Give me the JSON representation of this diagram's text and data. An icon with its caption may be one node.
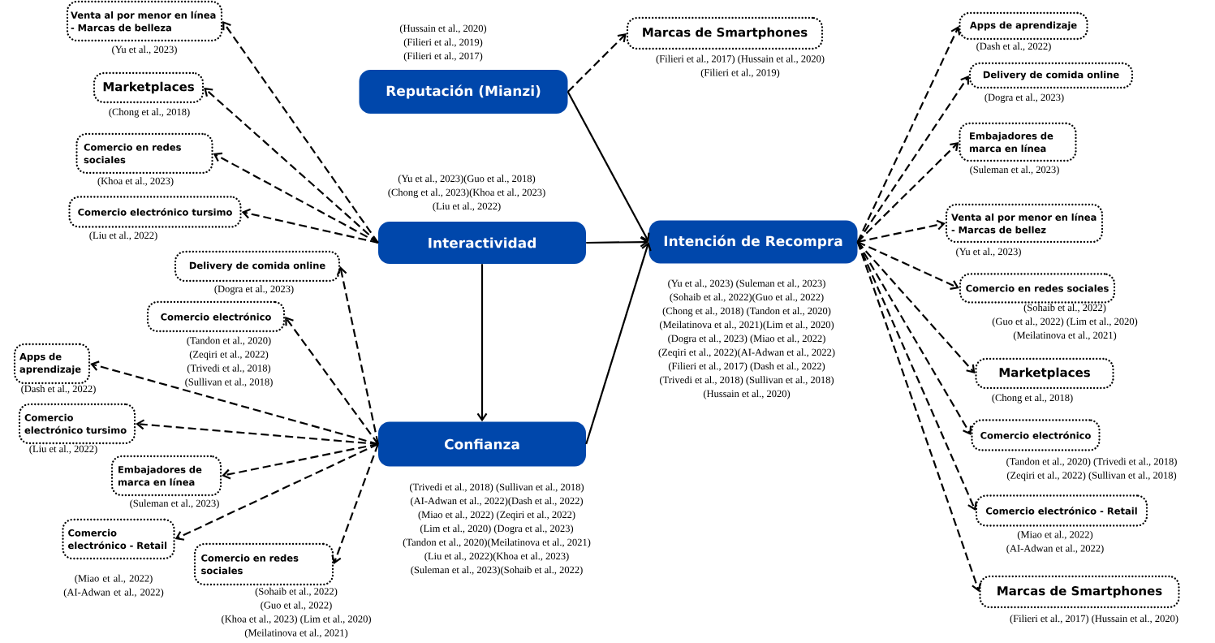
{
  "diagram": {
    "nodes": [
      {
        "text": [
          "Reputación (Mianzi)"
        ],
        "beside": [
          "(Hussain et al., 2020)",
          "(Filieri et al., 2019)",
          "(Filieri et al., 2017)"
        ]
      },
      {
        "text": [
          "Marcas de Smartphones"
        ],
        "beside": [
          "(Filieri et al., 2017) (Hussain et al., 2020)",
          "(Filieri et al., 2019)"
        ]
      },
      {
        "text": [
          "Interactividad"
        ],
        "beside": [
          "(Yu et al., 2023)(Guo et al., 2018)",
          "(Chong et al., 2023)(Khoa et al., 2023)",
          "(Liu et al., 2022)"
        ]
      },
      {
        "text": [
          "Intención de Recompra"
        ],
        "beside": [
          "(Yu et al., 2023) (Suleman et al., 2023)",
          "(Sohaib et al., 2022)(Guo et al., 2022)",
          "(Chong et al., 2018) (Tandon et al., 2020)",
          "(Meilatinova et al., 2021)(Lim et al., 2020)",
          "(Dogra et al., 2023) (Miao et al., 2022)",
          "(Zeqiri et al., 2022)(AI-Adwan et al., 2022)",
          "(Filieri et al., 2017) (Dash et al., 2022)",
          "(Trivedi et al., 2018) (Sullivan et al., 2018)",
          "(Hussain et al., 2020)"
        ]
      },
      {
        "text": [
          "Confianza"
        ],
        "beside": [
          "(Trivedi et al., 2018) (Sullivan et al., 2018)",
          "(AI-Adwan et al., 2022)(Dash et al., 2022)",
          "(Miao et al., 2022) (Zeqiri et al., 2022)",
          "(Lim et al., 2020) (Dogra et al., 2023)",
          "(Tandon et al., 2020)(Meilatinova et al., 2021)",
          "(Liu et al., 2022)(Khoa et al., 2023)",
          "(Suleman et al., 2023)(Sohaib et al., 2022)"
        ]
      },
      {
        "text": [
          "Venta al por menor en línea - Marcas de belleza"
        ],
        "beside": [
          "(Yu et al., 2023)"
        ]
      },
      {
        "text": [
          "Marketplaces"
        ],
        "beside": [
          "(Chong et al., 2018)"
        ]
      },
      {
        "text": [
          "Comercio en redes sociales"
        ],
        "beside": [
          "(Khoa et al., 2023)"
        ]
      },
      {
        "text": [
          "Comercio electrónico tursimo"
        ],
        "beside": [
          "(Liu et al., 2022)"
        ]
      },
      {
        "text": [
          "Delivery de comida online"
        ],
        "beside": [
          "(Dogra et al., 2023)"
        ]
      },
      {
        "text": [
          "Comercio electrónico"
        ],
        "beside": [
          "(Tandon et al., 2020)",
          "(Zeqiri et al., 2022)",
          "(Trivedi et al., 2018)",
          "(Sullivan et al., 2018)"
        ]
      },
      {
        "text": [
          "Apps de aprendizaje"
        ],
        "beside": [
          "(Dash et al., 2022)"
        ]
      },
      {
        "text": [
          "Comercio electrónico tursimo"
        ],
        "beside": [
          "(Liu et al., 2022)"
        ]
      },
      {
        "text": [
          "Embajadores de marca en línea"
        ],
        "beside": [
          "(Suleman et al., 2023)"
        ]
      },
      {
        "text": [
          "Comercio electrónico - Retail"
        ],
        "beside": [
          "(Miao et al., 2022)",
          "(AI-Adwan et al., 2022)"
        ]
      },
      {
        "text": [
          "Comercio en redes sociales"
        ],
        "beside": [
          "(Sohaib et al., 2022)",
          "(Guo et al., 2022)",
          "(Khoa et al., 2023) (Lim et al., 2020)",
          "(Meilatinova et al., 2021)"
        ]
      },
      {
        "text": [
          "Apps de aprendizaje"
        ],
        "beside": [
          "(Dash et al., 2022)"
        ]
      },
      {
        "text": [
          "Delivery de comida online"
        ],
        "beside": [
          "(Dogra et al., 2023)"
        ]
      },
      {
        "text": [
          "Embajadores de marca en línea"
        ],
        "beside": [
          "(Suleman et al., 2023)"
        ]
      },
      {
        "text": [
          "Venta al por menor en línea - Marcas de bellez"
        ],
        "beside": [
          "(Yu et al., 2023)"
        ]
      },
      {
        "text": [
          "Comercio en redes sociales"
        ],
        "beside": [
          "(Sohaib et al., 2022)",
          "(Guo et al., 2022) (Lim et al., 2020)",
          "(Meilatinova et al., 2021)"
        ]
      },
      {
        "text": [
          "Marketplaces"
        ],
        "beside": [
          "(Chong et al., 2018)"
        ]
      },
      {
        "text": [
          "Comercio electrónico"
        ],
        "beside": [
          "(Tandon et al., 2020) (Trivedi et al., 2018)",
          "(Zeqiri et al., 2022) (Sullivan et al., 2018)"
        ]
      },
      {
        "text": [
          "Comercio electrónico - Retail"
        ],
        "beside": [
          "(Miao et al., 2022)",
          "(AI-Adwan et al., 2022)"
        ]
      },
      {
        "text": [
          "Marcas de Smartphones"
        ],
        "beside": [
          "(Filieri et al., 2017) (Hussain et al., 2020)"
        ]
      }
    ],
    "edges": [
      {
        "from": 0,
        "to": 1,
        "arrow": "to",
        "style": "dashed"
      },
      {
        "from": 0,
        "to": 3,
        "arrow": "to"
      },
      {
        "from": 2,
        "to": 3,
        "arrow": "to"
      },
      {
        "from": 2,
        "to": 4,
        "arrow": "to"
      },
      {
        "from": 4,
        "to": 3,
        "arrow": "to"
      },
      {
        "from": 2,
        "to": 5,
        "arrow": "to",
        "style": "dashed"
      },
      {
        "from": 2,
        "to": 6,
        "arrow": "to",
        "style": "dashed"
      },
      {
        "from": 2,
        "to": 7,
        "arrow": "to",
        "style": "dashed"
      },
      {
        "from": 2,
        "to": 8,
        "arrow": "to",
        "style": "dashed"
      },
      {
        "from": 4,
        "to": 9,
        "arrow": "to",
        "style": "dashed"
      },
      {
        "from": 4,
        "to": 10,
        "arrow": "to",
        "style": "dashed"
      },
      {
        "from": 4,
        "to": 11,
        "arrow": "to",
        "style": "dashed"
      },
      {
        "from": 4,
        "to": 12,
        "arrow": "to",
        "style": "dashed"
      },
      {
        "from": 4,
        "to": 13,
        "arrow": "to",
        "style": "dashed"
      },
      {
        "from": 4,
        "to": 14,
        "arrow": "to",
        "style": "dashed"
      },
      {
        "from": 4,
        "to": 15,
        "arrow": "to",
        "style": "dashed"
      },
      {
        "from": 3,
        "to": 16,
        "arrow": "to",
        "style": "dashed"
      },
      {
        "from": 3,
        "to": 17,
        "arrow": "to",
        "style": "dashed"
      },
      {
        "from": 3,
        "to": 18,
        "arrow": "to",
        "style": "dashed"
      },
      {
        "from": 3,
        "to": 19,
        "arrow": "to",
        "style": "dashed"
      },
      {
        "from": 3,
        "to": 20,
        "arrow": "to",
        "style": "dashed"
      },
      {
        "from": 3,
        "to": 21,
        "arrow": "to",
        "style": "dashed"
      },
      {
        "from": 3,
        "to": 22,
        "arrow": "to",
        "style": "dashed"
      },
      {
        "from": 3,
        "to": 23,
        "arrow": "to",
        "style": "dashed"
      },
      {
        "from": 3,
        "to": 24,
        "arrow": "to",
        "style": "dashed"
      }
    ]
  }
}
